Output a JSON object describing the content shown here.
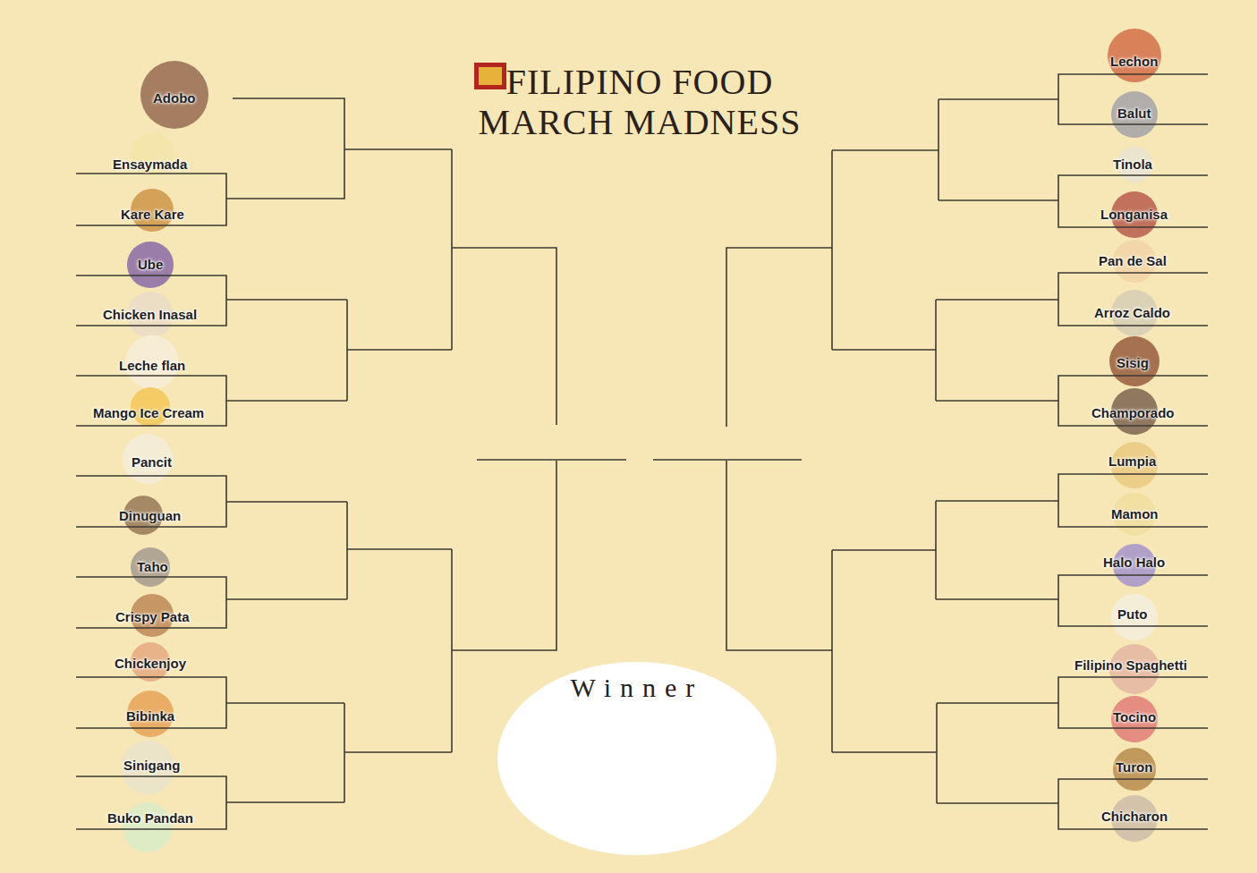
{
  "diagram": {
    "title": "FILIPINO FOOD MARCH MADNESS",
    "nodes": [
      {
        "text": [
          "Adobo"
        ]
      },
      {
        "text": [
          "Ensaymada"
        ]
      },
      {
        "text": [
          "Kare Kare"
        ]
      },
      {
        "text": [
          "Ube"
        ]
      },
      {
        "text": [
          "Chicken Inasal"
        ]
      },
      {
        "text": [
          "Leche flan"
        ]
      },
      {
        "text": [
          "Mango Ice Cream"
        ]
      },
      {
        "text": [
          "Pancit"
        ]
      },
      {
        "text": [
          "Dinuguan"
        ]
      },
      {
        "text": [
          "Taho"
        ]
      },
      {
        "text": [
          "Crispy Pata"
        ]
      },
      {
        "text": [
          "Chickenjoy"
        ]
      },
      {
        "text": [
          "Bibinka"
        ]
      },
      {
        "text": [
          "Sinigang"
        ]
      },
      {
        "text": [
          "Buko Pandan"
        ]
      },
      {
        "text": [
          "Lechon"
        ]
      },
      {
        "text": [
          "Balut"
        ]
      },
      {
        "text": [
          "Tinola"
        ]
      },
      {
        "text": [
          "Longanisa"
        ]
      },
      {
        "text": [
          "Pan de Sal"
        ]
      },
      {
        "text": [
          "Arroz Caldo"
        ]
      },
      {
        "text": [
          "Sisig"
        ]
      },
      {
        "text": [
          "Champorado"
        ]
      },
      {
        "text": [
          "Lumpia"
        ]
      },
      {
        "text": [
          "Mamon"
        ]
      },
      {
        "text": [
          "Halo Halo"
        ]
      },
      {
        "text": [
          "Puto"
        ]
      },
      {
        "text": [
          "Filipino Spaghetti"
        ]
      },
      {
        "text": [
          "Tocino"
        ]
      },
      {
        "text": [
          "Turon"
        ]
      },
      {
        "text": [
          "Chicharon"
        ]
      },
      {
        "text": [
          "Winner"
        ]
      }
    ]
  }
}
